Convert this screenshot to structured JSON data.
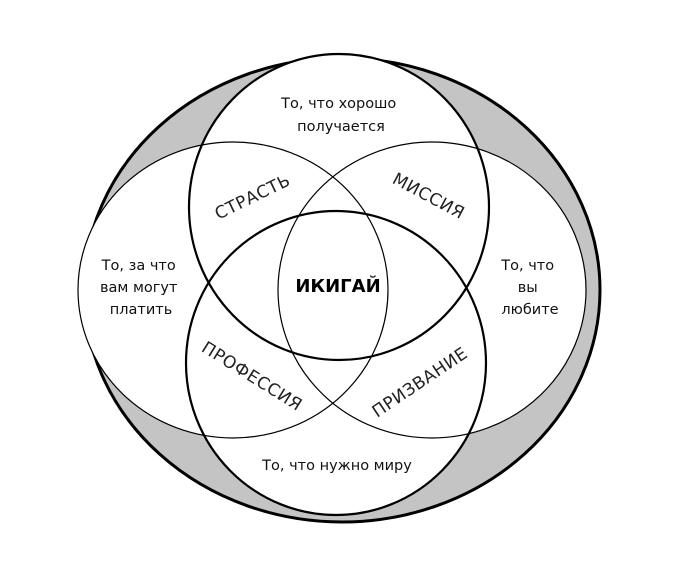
{
  "colors": {
    "outer_ring_fill": "#c4c4c4",
    "circle_fill": "#ffffff",
    "stroke": "#000000"
  },
  "circles": {
    "top": [
      "То, что хорошо",
      "получается"
    ],
    "left": [
      "То, за что",
      "вам могут",
      "платить"
    ],
    "right": [
      "То, что",
      "вы",
      "любите"
    ],
    "bottom": "То, что нужно миру"
  },
  "overlaps": {
    "top_left": "СТРАСТЬ",
    "top_right": "МИССИЯ",
    "bottom_left": "ПРОФЕССИЯ",
    "bottom_right": "ПРИЗВАНИЕ"
  },
  "center": "ИКИГАЙ"
}
